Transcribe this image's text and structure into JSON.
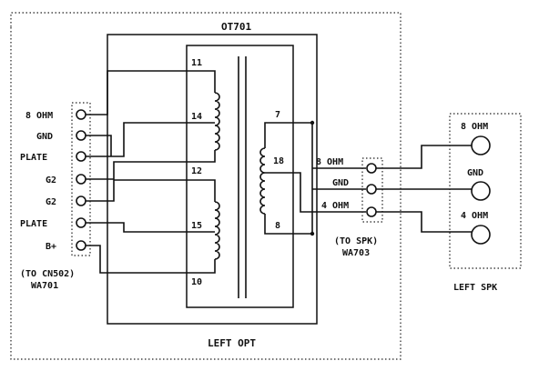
{
  "diagram": {
    "transformer": {
      "name": "OT701",
      "caption": "LEFT OPT",
      "primary_taps": [
        "11",
        "14",
        "12",
        "15",
        "10"
      ],
      "secondary_taps": [
        "7",
        "18",
        "8"
      ]
    },
    "input_connector": {
      "pins": [
        "8 OHM",
        "GND",
        "PLATE",
        "G2",
        "G2",
        "PLATE",
        "B+"
      ],
      "caption_line1": "(TO CN502)",
      "caption_line2": "WA701"
    },
    "output_connector": {
      "pins": [
        "8 OHM",
        "GND",
        "4 OHM"
      ],
      "caption_line1": "(TO SPK)",
      "caption_line2": "WA703"
    },
    "speaker": {
      "pins": [
        "8 OHM",
        "GND",
        "4 OHM"
      ],
      "caption": "LEFT SPK"
    }
  }
}
